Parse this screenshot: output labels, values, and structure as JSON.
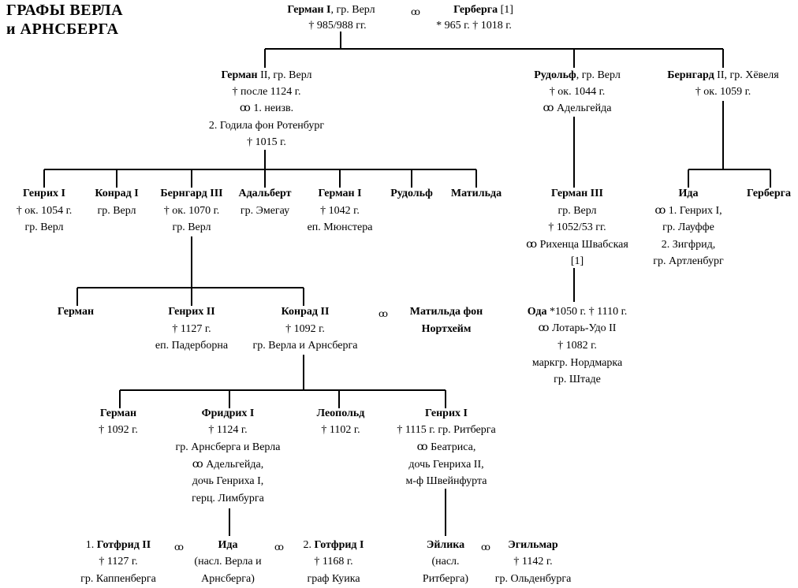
{
  "title": [
    "ГРАФЫ ВЕРЛА",
    "и АРНСБЕРГА"
  ],
  "marriage_symbol": "ꝏ",
  "herman1": {
    "name": "Герман I",
    "rest": ", гр. Верл",
    "dates": "† 985/988 гг."
  },
  "gerberga1": {
    "name": "Герберга",
    "ref": " [1]",
    "dates": "* 965 г. † 1018 г."
  },
  "herman2": {
    "name": "Герман",
    "rest": " II, гр. Верл",
    "lines": [
      "† после 1124 г.",
      "ꝏ 1. неизв.",
      "2. Годила фон Ротенбург",
      "† 1015 г."
    ]
  },
  "rudolf_a": {
    "name": "Рудольф",
    "rest": ", гр. Верл",
    "lines": [
      "† ок. 1044 г.",
      "ꝏ Адельгейда"
    ]
  },
  "bernhard2": {
    "name": "Бернгард",
    "rest": " II, гр. Хёвеля",
    "lines": [
      "† ок. 1059 г."
    ]
  },
  "gen2": [
    {
      "name": "Генрих I",
      "lines": [
        "† ок. 1054 г.",
        "гр. Верл"
      ]
    },
    {
      "name": "Конрад I",
      "lines": [
        "гр. Верл"
      ]
    },
    {
      "name": "Бернгард III",
      "lines": [
        "† ок. 1070 г.",
        "гр. Верл"
      ]
    },
    {
      "name": "Адальберт",
      "lines": [
        "гр. Эмегау"
      ]
    },
    {
      "name": "Герман I",
      "lines": [
        "† 1042 г.",
        "еп. Мюнстера"
      ]
    },
    {
      "name": "Рудольф",
      "lines": []
    },
    {
      "name": "Матильда",
      "lines": []
    }
  ],
  "herman3": {
    "name": "Герман III",
    "lines": [
      "гр. Верл",
      "† 1052/53 гг.",
      "ꝏ Рихенца Швабская",
      "[1]"
    ]
  },
  "ida1": {
    "name": "Ида",
    "lines": [
      "ꝏ 1. Генрих I,",
      "гр. Лауффе",
      "2. Зигфрид,",
      "гр. Артленбург"
    ]
  },
  "gerberga2": {
    "name": "Герберга"
  },
  "oda": {
    "name": "Ода",
    "dates": " *1050 г. † 1110 г.",
    "lines": [
      "ꝏ Лотарь-Удо II",
      "† 1082 г.",
      "маркгр. Нордмарка",
      "гр. Штаде"
    ]
  },
  "gen3": {
    "herman": {
      "name": "Герман"
    },
    "heinrich2": {
      "name": "Генрих II",
      "lines": [
        "† 1127 г.",
        "еп. Падерборна"
      ]
    },
    "konrad2": {
      "name": "Конрад II",
      "lines": [
        "† 1092 г.",
        "гр. Верла и Арнсберга"
      ]
    },
    "mathilde": {
      "lines": [
        "Матильда фон",
        "Нортхейм"
      ]
    }
  },
  "gen4": [
    {
      "name": "Герман",
      "lines": [
        "† 1092 г."
      ]
    },
    {
      "name": "Фридрих I",
      "lines": [
        "† 1124 г.",
        "гр. Арнсберга и Верла",
        "ꝏ Адельгейда,",
        "дочь Генриха I,",
        "герц. Лимбурга"
      ]
    },
    {
      "name": "Леопольд",
      "lines": [
        "† 1102 г."
      ]
    },
    {
      "name": "Генрих I",
      "lines": [
        "† 1115 г. гр. Ритберга",
        "ꝏ Беатриса,",
        "дочь Генриха II,",
        "м-ф Швейнфурта"
      ]
    }
  ],
  "gen5": {
    "gottfried2": {
      "num": "1. ",
      "name": "Готфрид II",
      "lines": [
        "† 1127 г.",
        "гр. Каппенберга"
      ]
    },
    "ida2": {
      "name": "Ида",
      "lines": [
        "(насл. Верла и",
        "Арнсберга)"
      ]
    },
    "gottfried2b": {
      "num": "2. ",
      "name": "Готфрид I",
      "lines": [
        "† 1168 г.",
        "граф Куика"
      ]
    },
    "eilika": {
      "name": "Эйлика",
      "lines": [
        "(насл.",
        "Ритберга)"
      ]
    },
    "egilmar": {
      "name": "Эгильмар",
      "lines": [
        "† 1142 г.",
        "гр. Ольденбурга"
      ]
    }
  }
}
